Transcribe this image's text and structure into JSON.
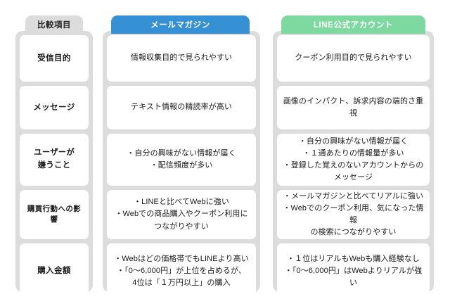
{
  "table": {
    "columns": [
      {
        "id": "criteria",
        "header": "比較項目",
        "header_color": "#dcdcdc",
        "header_text_color": "#222222"
      },
      {
        "id": "mail",
        "header": "メールマガジン",
        "header_color": "#3691d4",
        "header_text_color": "#ffffff"
      },
      {
        "id": "line",
        "header": "LINE公式アカウント",
        "header_color": "#7ed9a0",
        "header_text_color": "#ffffff"
      }
    ],
    "rows": [
      {
        "criteria": "受信目的",
        "mail": "情報収集目的で見られやすい",
        "line": "クーポン利用目的で見られやすい"
      },
      {
        "criteria": "メッセージ",
        "mail": "テキスト情報の精読率が高い",
        "line": "画像のインパクト、訴求内容の端的さ重視"
      },
      {
        "criteria": "ユーザーが\n嫌うこと",
        "mail": "・自分の興味がない情報が届く\n・配信頻度が多い",
        "line": "・自分の興味がない情報が届く\n・１通あたりの情報量が多い\n・登録した覚えのないアカウントからの\nメッセージ"
      },
      {
        "criteria": "購買行動への影響",
        "mail": "・LINEと比べてWebに強い\n・Webでの商品購入やクーポン利用に\nつながりやすい",
        "line": "・メールマガジンと比べてリアルに強い\n・Webでのクーポン利用、気になった情報\nの検索につながりやすい"
      },
      {
        "criteria": "購入金額",
        "mail": "・Webはどの価格帯でもLINEより高い\n・「0〜6,000円」が上位を占めるが、\n4位は「１万円以上」の購入",
        "line": "・１位はリアルもWebも購入経験なし\n・「0〜6,000円」はWebよりリアルが強い"
      }
    ]
  }
}
